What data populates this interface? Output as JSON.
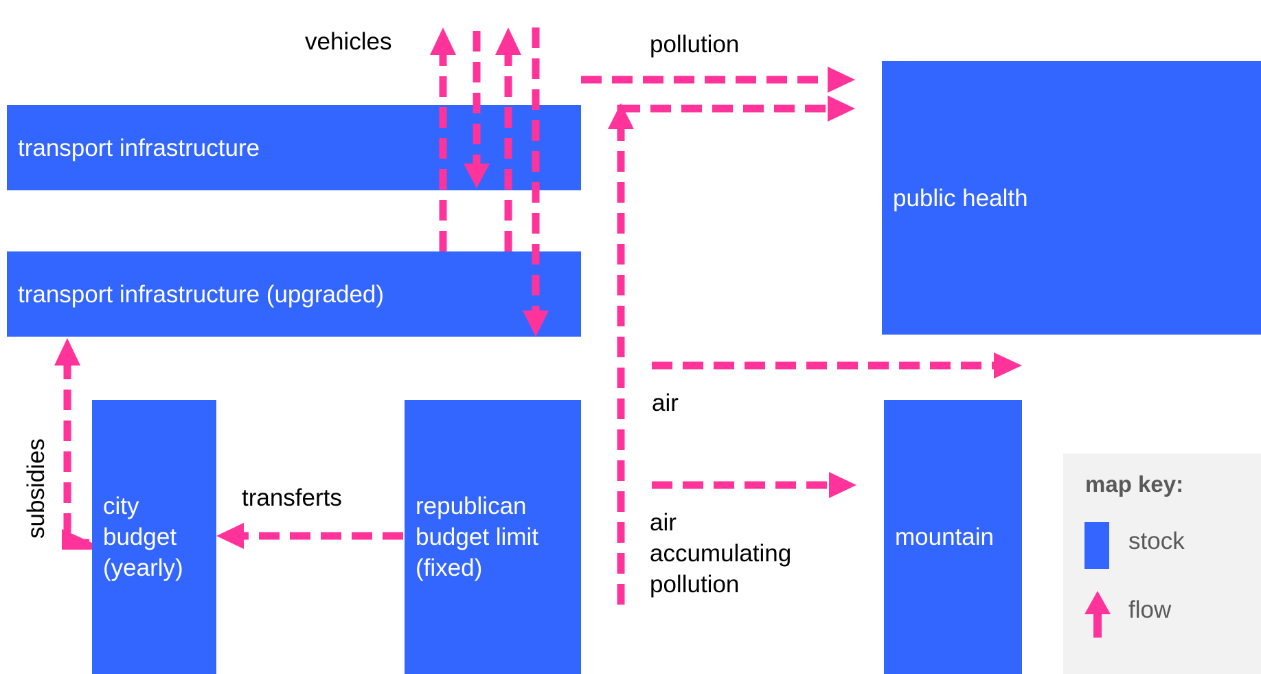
{
  "colors": {
    "stock": "#3366ff",
    "flow": "#ff3399",
    "key_background": "#f2f2f2",
    "key_text": "#595959"
  },
  "stocks": {
    "transport_infrastructure": "transport infrastructure",
    "transport_infrastructure_upgraded": "transport infrastructure (upgraded)",
    "public_health": "public health",
    "city_budget": "city\nbudget\n(yearly)",
    "republican_budget_limit": "republican\nbudget limit\n(fixed)",
    "mountain": "mountain"
  },
  "flow_labels": {
    "vehicles": "vehicles",
    "pollution": "pollution",
    "subsidies": "subsidies",
    "transferts": "transferts",
    "air": "air",
    "air_accumulating_pollution": "air\naccumulating\npollution"
  },
  "map_key": {
    "title": "map key:",
    "stock_label": "stock",
    "flow_label": "flow",
    "stock_icon": "blue-rectangle",
    "flow_icon": "pink-up-arrow"
  }
}
